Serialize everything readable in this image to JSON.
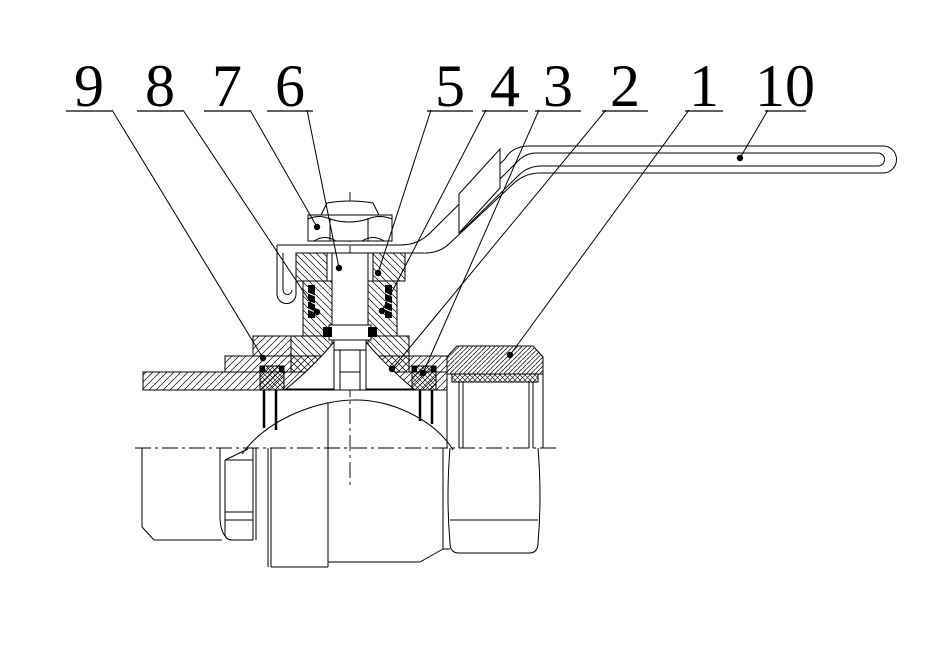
{
  "drawing": {
    "colors": {
      "line": "#000000",
      "background": "#ffffff"
    },
    "part_labels": [
      {
        "text": "9"
      },
      {
        "text": "8"
      },
      {
        "text": "7"
      },
      {
        "text": "6"
      },
      {
        "text": "5"
      },
      {
        "text": "4"
      },
      {
        "text": "3"
      },
      {
        "text": "2"
      },
      {
        "text": "1"
      },
      {
        "text": "10"
      }
    ]
  }
}
